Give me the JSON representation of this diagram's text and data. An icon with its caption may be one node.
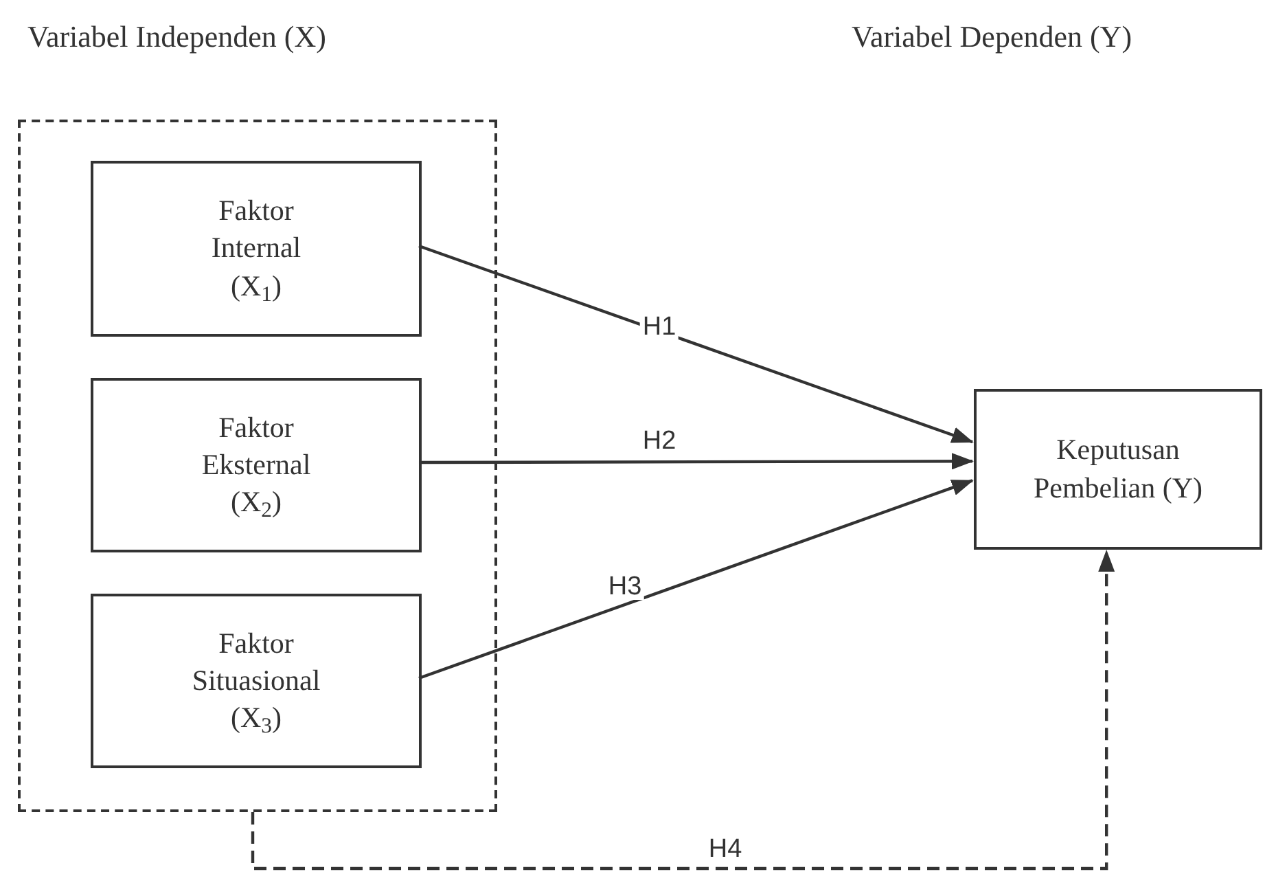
{
  "diagram": {
    "nodes": [
      {
        "text": [],
        "shape": "box"
      },
      {
        "text": [
          "Faktor Internal (X$_{1}$)"
        ],
        "in": 0
      },
      {
        "text": [
          "Faktor Eksternal (X$_{2}$)"
        ],
        "in": 0
      },
      {
        "text": [
          "Faktor Situasional (X$_{3}$)"
        ],
        "in": 0
      },
      {
        "text": [
          "Keputusan Pembelian (Y)"
        ]
      }
    ],
    "edges": [
      {
        "from": 1,
        "to": 4,
        "arrow": "to",
        "label": "H1"
      },
      {
        "from": 2,
        "to": 4,
        "arrow": "to",
        "label": "H2"
      },
      {
        "from": 3,
        "to": 4,
        "arrow": "to",
        "label": "H3"
      },
      {
        "from": 0,
        "to": 4,
        "arrow": "to",
        "label": "H4",
        "style": "dashed"
      }
    ],
    "labels": [
      "Variabel Independen (X)",
      "Variabel Dependen (Y)"
    ]
  }
}
